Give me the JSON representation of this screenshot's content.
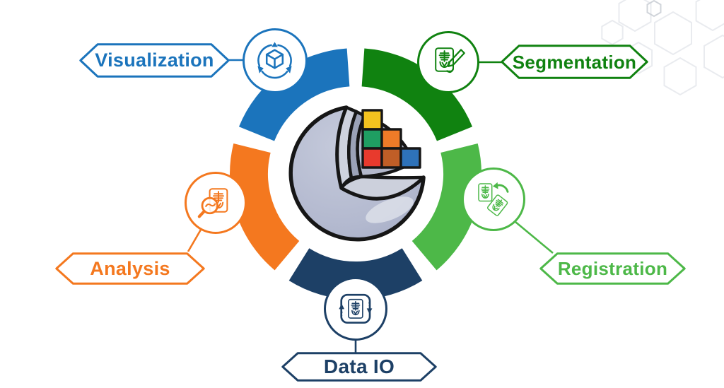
{
  "colors": {
    "blue": "#1b74bc",
    "dark-green": "#108210",
    "light-green": "#4db848",
    "navy": "#1d4066",
    "orange": "#f4781f",
    "outline": "#161616",
    "logo-rim": "#ccd0dc",
    "logo-face": "#ced2de",
    "logo-face-dark": "#9ba2b7",
    "logo-interior": "#b3b8cb",
    "logo-highlight": "#dcdfe9",
    "hex-pattern": "#e9ebef",
    "hex-pattern-dark": "#d0d4da"
  },
  "nodes": [
    {
      "id": "visualization",
      "label": "Visualization",
      "color": "blue",
      "icon": "cube-rotate-icon"
    },
    {
      "id": "segmentation",
      "label": "Segmentation",
      "color": "dark-green",
      "icon": "xray-edit-icon"
    },
    {
      "id": "registration",
      "label": "Registration",
      "color": "light-green",
      "icon": "xray-align-icon"
    },
    {
      "id": "dataio",
      "label": "Data IO",
      "color": "navy",
      "icon": "xray-transfer-icon"
    },
    {
      "id": "analysis",
      "label": "Analysis",
      "color": "orange",
      "icon": "xray-search-icon"
    }
  ],
  "ring": {
    "segments": [
      {
        "node": "segmentation",
        "color": "dark-green",
        "start_deg": 4,
        "end_deg": 68
      },
      {
        "node": "registration",
        "color": "light-green",
        "start_deg": 76,
        "end_deg": 140
      },
      {
        "node": "dataio",
        "color": "navy",
        "start_deg": 148,
        "end_deg": 212
      },
      {
        "node": "analysis",
        "color": "orange",
        "start_deg": 220,
        "end_deg": 284
      },
      {
        "node": "visualization",
        "color": "blue",
        "start_deg": 292,
        "end_deg": 356
      }
    ]
  },
  "logo": {
    "cubes": [
      {
        "name": "yellow",
        "row": 0,
        "col": 0,
        "color": "#f3c21f"
      },
      {
        "name": "green",
        "row": 1,
        "col": 0,
        "color": "#1f9e62"
      },
      {
        "name": "orange",
        "row": 1,
        "col": 1,
        "color": "#ee7b28"
      },
      {
        "name": "red",
        "row": 2,
        "col": 0,
        "color": "#e83a2d"
      },
      {
        "name": "rust",
        "row": 2,
        "col": 1,
        "color": "#c05e27"
      },
      {
        "name": "blue",
        "row": 2,
        "col": 2,
        "color": "#2e72b9"
      }
    ]
  }
}
